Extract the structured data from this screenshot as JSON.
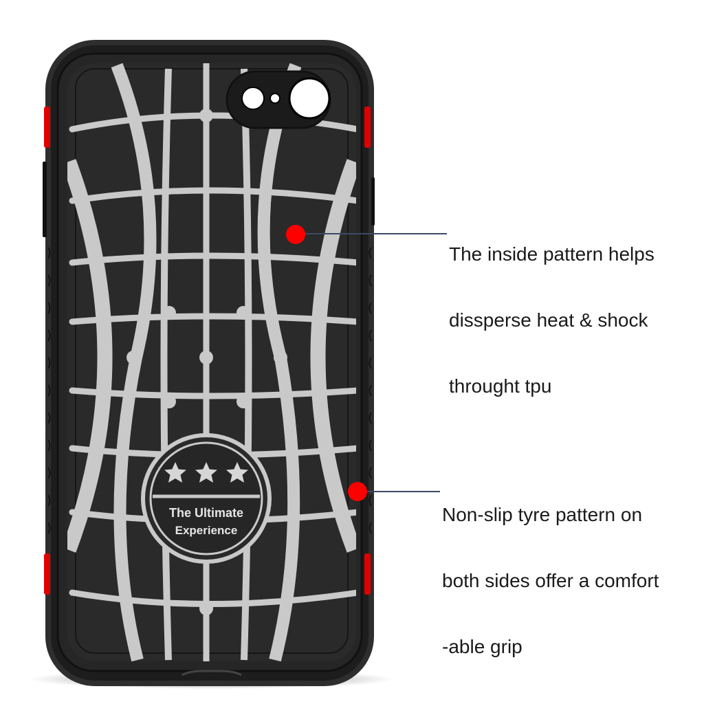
{
  "product": {
    "type": "phone case",
    "emblem": {
      "stars": 3,
      "line1": "The Ultimate",
      "line2": "Experience"
    }
  },
  "callouts": [
    {
      "id": "inside-pattern",
      "lines": [
        "The inside pattern helps",
        "dissperse heat & shock",
        "throught tpu"
      ],
      "dot_color": "#ff0000",
      "line_color": "#3b4a66"
    },
    {
      "id": "tyre-pattern",
      "lines": [
        "Non-slip tyre pattern on",
        "both sides offer a comfort",
        "-able grip"
      ],
      "dot_color": "#ff0000",
      "line_color": "#3b4a66"
    }
  ],
  "colors": {
    "case_body": "#2b2b2b",
    "case_rim": "#1c1c1c",
    "pattern": "#c8c8c8",
    "button_accent": "#e00000",
    "background": "#ffffff"
  }
}
